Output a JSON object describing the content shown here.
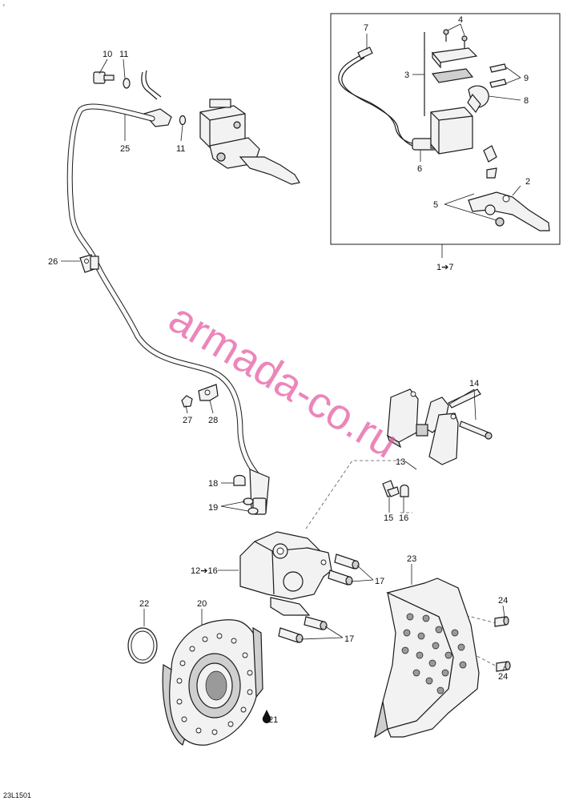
{
  "callouts": {
    "c1to7": "1➔7",
    "c2": "2",
    "c3": "3",
    "c4": "4",
    "c5": "5",
    "c6": "6",
    "c7": "7",
    "c8": "8",
    "c9": "9",
    "c10": "10",
    "c11a": "11",
    "c11b": "11",
    "c12to16": "12➔16",
    "c13": "13",
    "c14": "14",
    "c15": "15",
    "c16": "16",
    "c17a": "17",
    "c17b": "17",
    "c18": "18",
    "c19": "19",
    "c20": "20",
    "c21": "21",
    "c22": "22",
    "c23": "23",
    "c24a": "24",
    "c24b": "24",
    "c25": "25",
    "c26": "26",
    "c27": "27",
    "c28": "28"
  },
  "watermark": "armada-co.ru",
  "diagram_code": "23L1501",
  "corner_mark": "'"
}
